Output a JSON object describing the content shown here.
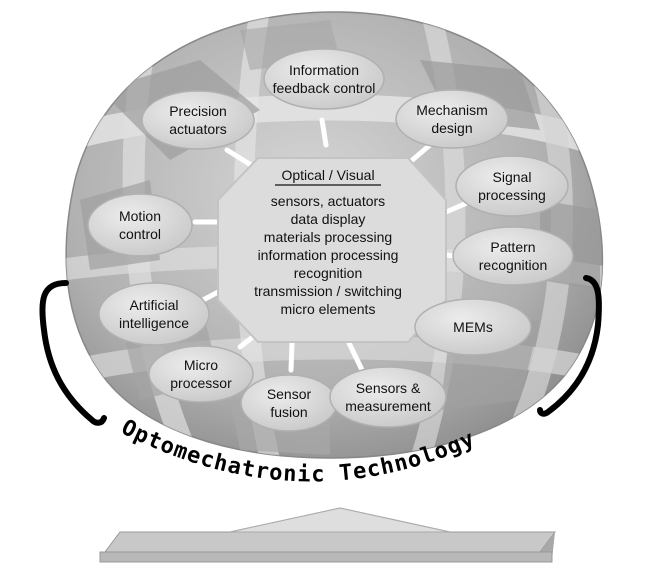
{
  "center": {
    "heading": "Optical / Visual",
    "lines": [
      "sensors, actuators",
      "data display",
      "materials processing",
      "information processing",
      "recognition",
      "transmission / switching",
      "micro elements"
    ]
  },
  "nodes": [
    {
      "id": "information-feedback-control",
      "lines": [
        "Information",
        "feedback control"
      ]
    },
    {
      "id": "precision-actuators",
      "lines": [
        "Precision",
        "actuators"
      ]
    },
    {
      "id": "mechanism-design",
      "lines": [
        "Mechanism",
        "design"
      ]
    },
    {
      "id": "signal-processing",
      "lines": [
        "Signal",
        "processing"
      ]
    },
    {
      "id": "pattern-recognition",
      "lines": [
        "Pattern",
        "recognition"
      ]
    },
    {
      "id": "motion-control",
      "lines": [
        "Motion",
        "control"
      ]
    },
    {
      "id": "artificial-intelligence",
      "lines": [
        "Artificial",
        "intelligence"
      ]
    },
    {
      "id": "mems",
      "lines": [
        "MEMs"
      ]
    },
    {
      "id": "micro-processor",
      "lines": [
        "Micro",
        "processor"
      ]
    },
    {
      "id": "sensor-fusion",
      "lines": [
        "Sensor",
        "fusion"
      ]
    },
    {
      "id": "sensors-measurement",
      "lines": [
        "Sensors &",
        "measurement"
      ]
    }
  ],
  "arc_title": {
    "word1": "Optomechatronic",
    "word2": "Technology"
  },
  "colors": {
    "globe_dark": "#8c8c8c",
    "globe_mid": "#b4b4b4",
    "globe_light": "#d9d9d9",
    "bubble": "#d4d4d4",
    "center": "#dcdcdc",
    "stand": "#bdbdbd"
  }
}
